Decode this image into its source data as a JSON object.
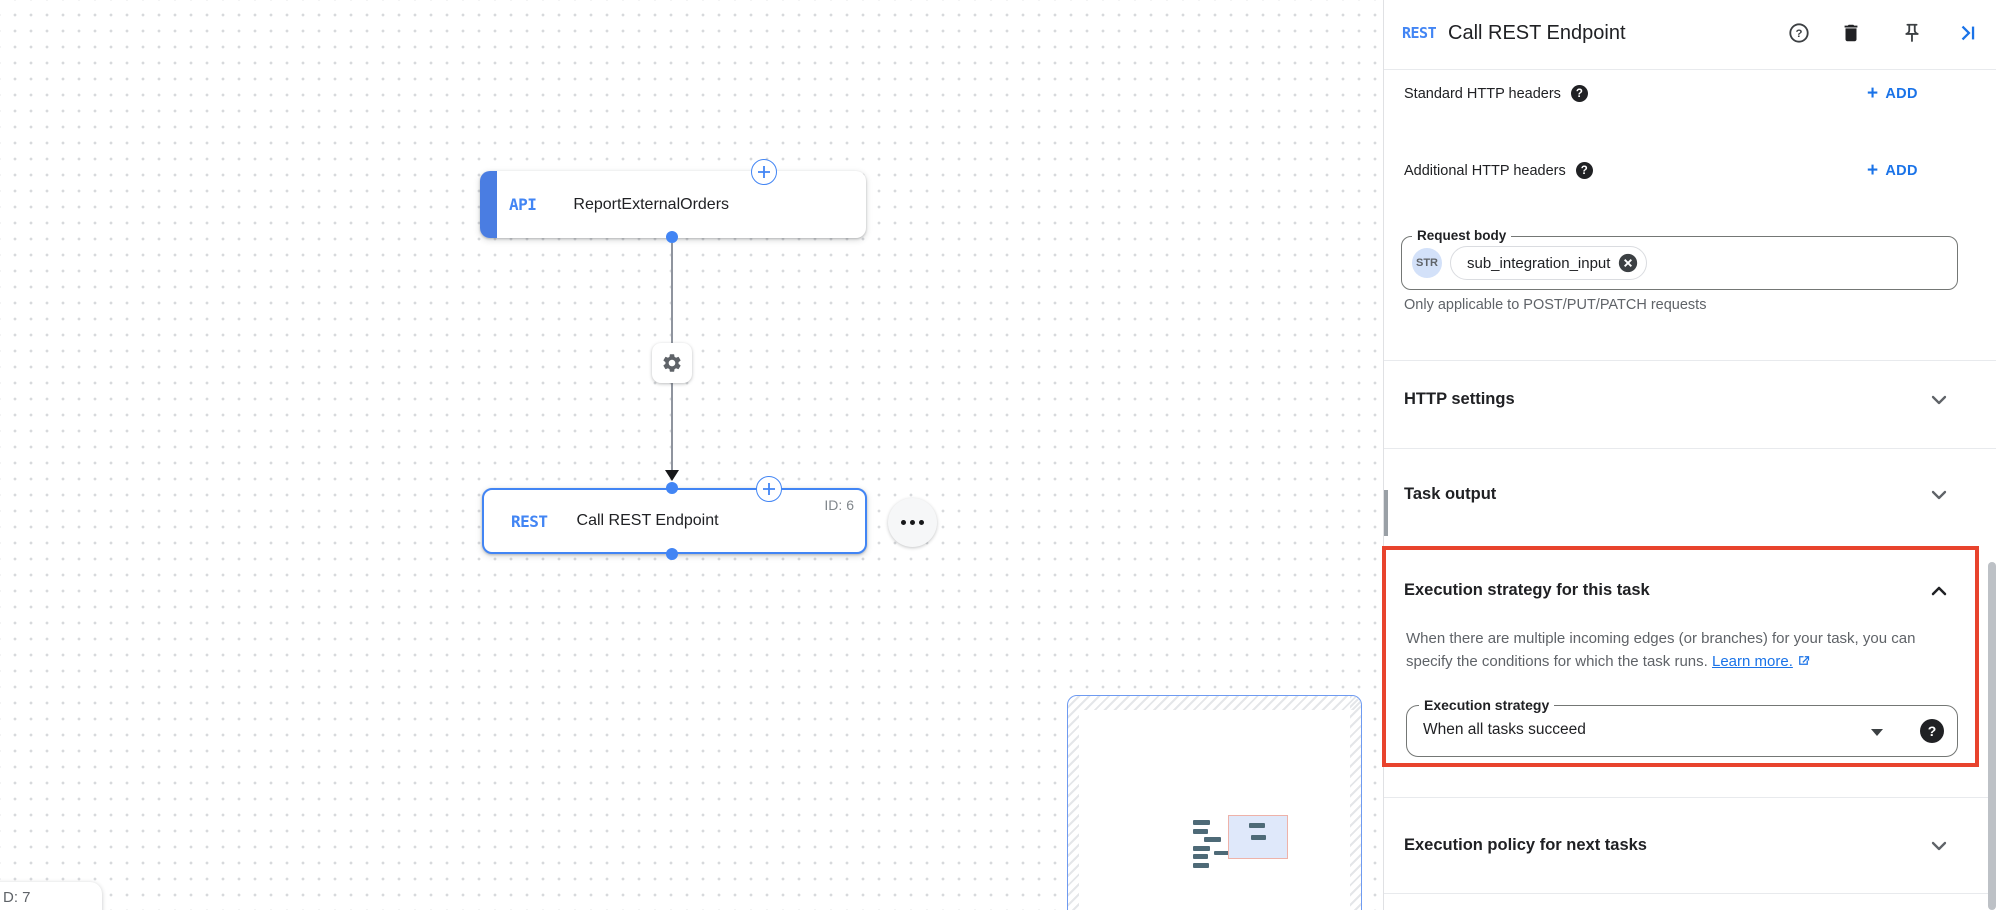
{
  "colors": {
    "accent_blue": "#1a73e8",
    "node_blue": "#4285f4",
    "highlight_red": "#e8432d"
  },
  "canvas": {
    "trigger": {
      "badge": "API",
      "label": "ReportExternalOrders"
    },
    "task": {
      "badge": "REST",
      "label": "Call REST Endpoint",
      "id": "ID: 6"
    },
    "partial_node_id": "D: 7"
  },
  "panel": {
    "header": {
      "badge": "REST",
      "title": "Call REST Endpoint"
    },
    "rows": [
      {
        "label": "Standard HTTP headers",
        "action": "ADD"
      },
      {
        "label": "Additional HTTP headers",
        "action": "ADD"
      }
    ],
    "request_body": {
      "label": "Request body",
      "type": "STR",
      "value": "sub_integration_input",
      "helper": "Only applicable to POST/PUT/PATCH requests"
    },
    "http_settings": {
      "label": "HTTP settings"
    },
    "task_output": {
      "label": "Task output"
    },
    "execution_strategy": {
      "title": "Execution strategy for this task",
      "desc1": "When there are multiple incoming edges (or branches) for your task,",
      "desc2": "you can specify the conditions for which the task runs.",
      "link": "Learn more.",
      "field_label": "Execution strategy",
      "field_value": "When all tasks succeed"
    },
    "execution_policy": {
      "label": "Execution policy for next tasks"
    },
    "help_glyph": "?"
  }
}
